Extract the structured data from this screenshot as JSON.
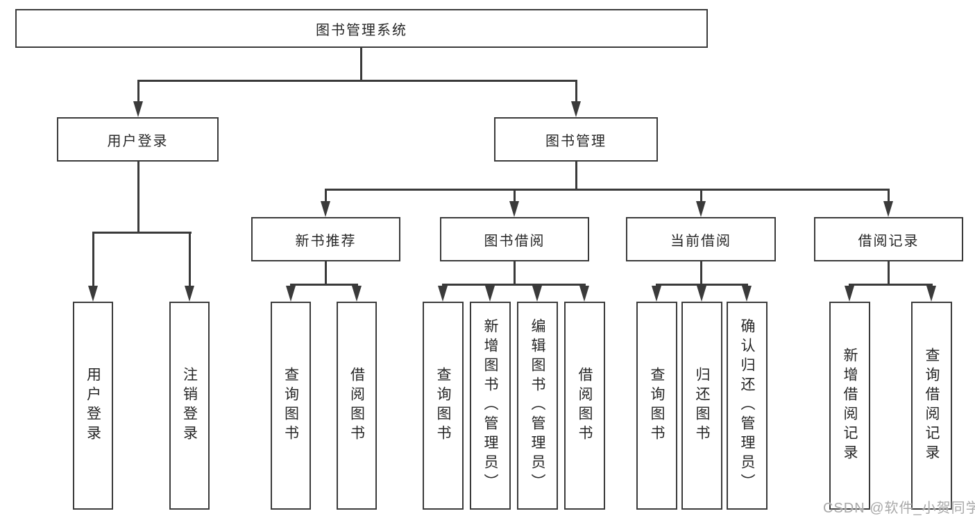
{
  "diagram": {
    "root": {
      "label": "图书管理系统"
    },
    "level2": [
      {
        "label": "用户登录"
      },
      {
        "label": "图书管理"
      }
    ],
    "level3": [
      {
        "label": "新书推荐"
      },
      {
        "label": "图书借阅"
      },
      {
        "label": "当前借阅"
      },
      {
        "label": "借阅记录"
      }
    ],
    "leaves": [
      {
        "label": "用户登录"
      },
      {
        "label": "注销登录"
      },
      {
        "label": "查询图书"
      },
      {
        "label": "借阅图书"
      },
      {
        "label": "查询图书"
      },
      {
        "label": "新增图书（管理员）"
      },
      {
        "label": "编辑图书（管理员）"
      },
      {
        "label": "借阅图书"
      },
      {
        "label": "查询图书"
      },
      {
        "label": "归还图书"
      },
      {
        "label": "确认归还（管理员）"
      },
      {
        "label": "新增借阅记录"
      },
      {
        "label": "查询借阅记录"
      }
    ],
    "watermark": "CSDN @软件_小贺同学",
    "colors": {
      "line": "#3a3a3a",
      "text": "#262626",
      "watermark": "#a9a9a9",
      "background": "#ffffff"
    }
  }
}
